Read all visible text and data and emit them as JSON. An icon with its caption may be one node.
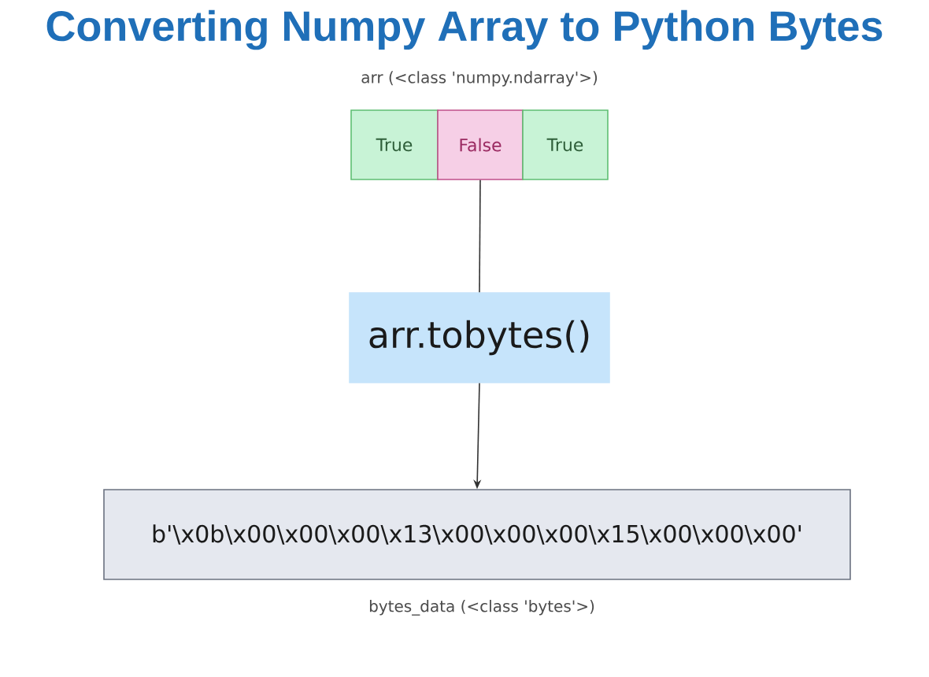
{
  "diagram": {
    "title": "Converting Numpy Array to Python Bytes",
    "nodes": [
      {
        "text": [
          "True"
        ]
      },
      {
        "text": [
          "False"
        ]
      },
      {
        "text": [
          "True"
        ]
      },
      {
        "text": [
          "arr.tobytes()"
        ]
      },
      {
        "text": [
          "b'\\x0b\\x00\\x00\\x00\\x13\\x00\\x00\\x00\\x15\\x00\\x00\\x00'"
        ]
      }
    ],
    "edges": [
      {
        "from": 1,
        "to": 3,
        "arrow": "none"
      },
      {
        "from": 3,
        "to": 4,
        "arrow": "to"
      }
    ],
    "labels": [
      "arr (<class 'numpy.ndarray'>)",
      "bytes_data (<class 'bytes'>)"
    ]
  }
}
